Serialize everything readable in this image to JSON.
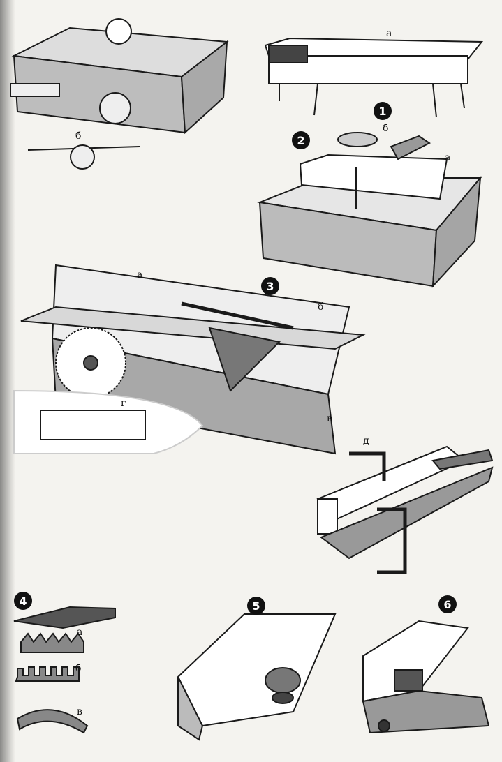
{
  "figures": [
    {
      "number": "1",
      "labels": [
        "а",
        "б",
        "а"
      ]
    },
    {
      "number": "2"
    },
    {
      "number": "3",
      "labels": [
        "а",
        "б",
        "в",
        "г"
      ]
    },
    {
      "number": "4",
      "labels": [
        "а",
        "б",
        "в"
      ]
    },
    {
      "number": "5"
    },
    {
      "number": "6"
    }
  ],
  "misc_labels": {
    "top_left_b": "б",
    "clamp_d": "д"
  }
}
